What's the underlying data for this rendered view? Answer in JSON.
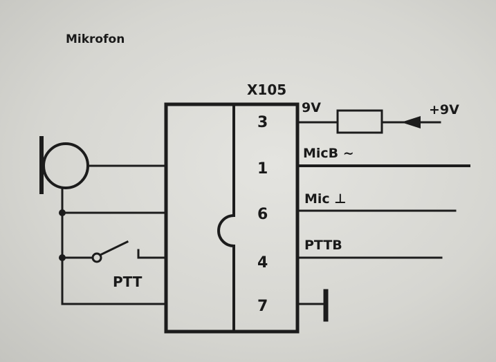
{
  "title": "Mikrofon",
  "connector": {
    "name": "X105",
    "pins": [
      "3",
      "1",
      "6",
      "4",
      "7"
    ]
  },
  "signals": {
    "pin3": "9V",
    "supply": "+9V",
    "pin1": "MicB ~",
    "pin6": "Mic ⊥",
    "pin4": "PTTB"
  },
  "switch_label": "PTT",
  "colors": {
    "ink": "#1c1c1c",
    "paper": "#dcdcd8"
  }
}
